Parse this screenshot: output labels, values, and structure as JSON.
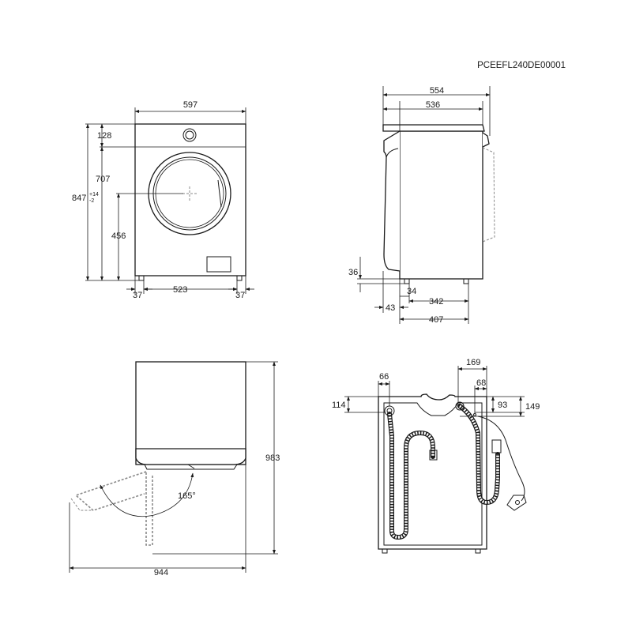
{
  "product_code": "PCEEFL240DE00001",
  "front_view": {
    "width": "597",
    "top_to_knob_axis": "128",
    "top_to_door_top": "707",
    "height": "847",
    "height_tol_plus": "+14",
    "height_tol_minus": "-2",
    "door_center_height": "456",
    "foot_offset_left": "37",
    "foot_span": "523",
    "foot_offset_right": "37"
  },
  "side_view": {
    "total_depth": "554",
    "body_depth": "536",
    "foot_height": "36",
    "foot_inset": "34",
    "foot_span": "342",
    "front_overhang": "43",
    "foot_to_back": "407"
  },
  "door_view": {
    "total_height": "983",
    "door_opening_angle": "165°",
    "total_width_door_open": "944"
  },
  "rear_view": {
    "drain_offset_left": "66",
    "drain_height_from_top": "114",
    "inlet_offset_right": "169",
    "inlet_small_offset": "68",
    "inlet_height_short": "93",
    "inlet_height_long": "149"
  }
}
